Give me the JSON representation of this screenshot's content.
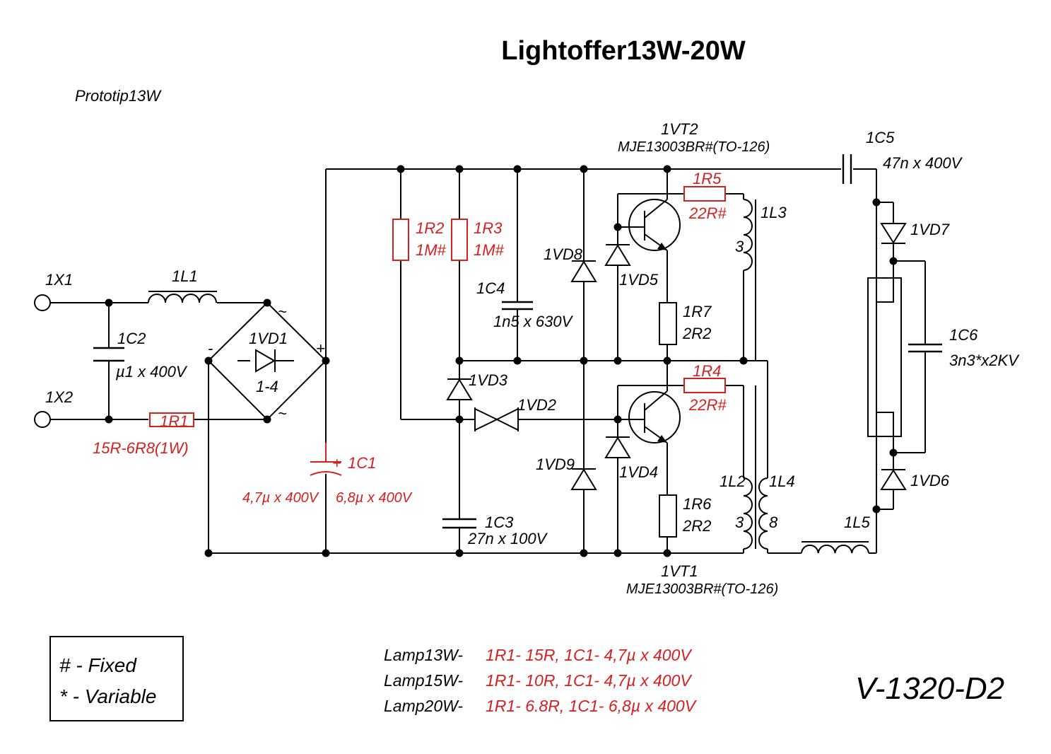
{
  "title": "Lightoffer13W-20W",
  "subtitle": "Prototip13W",
  "drawing_code": "V-1320-D2",
  "legend": {
    "fixed": "# - Fixed",
    "variable": "* - Variable"
  },
  "components": {
    "X1": "1X1",
    "X2": "1X2",
    "L1": "1L1",
    "C2": "1C2",
    "C2_value": "µ1 x 400V",
    "R1": "1R1",
    "R1_value": "15R-6R8(1W)",
    "VD1": "1VD1",
    "VD1_pins": "1-4",
    "C1": "1C1",
    "C1_plus": "+",
    "C1_value_a": "4,7µ x 400V",
    "C1_value_b": "6,8µ x 400V",
    "R2": "1R2",
    "R2_value": "1M#",
    "R3": "1R3",
    "R3_value": "1M#",
    "C4": "1C4",
    "C4_value": "1n5 x 630V",
    "VD8": "1VD8",
    "VD5": "1VD5",
    "VD3": "1VD3",
    "VD2": "1VD2",
    "VD9": "1VD9",
    "VD4": "1VD4",
    "C3": "1C3",
    "C3_value": "27n x 100V",
    "VT2": "1VT2",
    "VT2_part": "MJE13003BR#(TO-126)",
    "VT1": "1VT1",
    "VT1_part": "MJE13003BR#(TO-126)",
    "R5": "1R5",
    "R5_value": "22R#",
    "R4": "1R4",
    "R4_value": "22R#",
    "R7": "1R7",
    "R7_value": "2R2",
    "R6": "1R6",
    "R6_value": "2R2",
    "L3": "1L3",
    "L3_turns": "3",
    "L2": "1L2",
    "L2_turns": "3",
    "L4": "1L4",
    "L4_turns": "8",
    "L5": "1L5",
    "C5": "1C5",
    "C5_value": "47n x 400V",
    "VD7": "1VD7",
    "VD6": "1VD6",
    "C6": "1C6",
    "C6_value": "3n3*x2KV",
    "bridge_minus": "-",
    "bridge_plus": "+",
    "ac_symbol": "~"
  },
  "lamp_table": [
    {
      "lamp": "Lamp13W-",
      "values": "1R1- 15R,  1C1- 4,7µ x 400V"
    },
    {
      "lamp": "Lamp15W-",
      "values": "1R1- 10R,  1C1- 4,7µ x 400V"
    },
    {
      "lamp": "Lamp20W-",
      "values": "1R1- 6.8R, 1C1- 6,8µ x 400V"
    }
  ],
  "colors": {
    "ink": "#000000",
    "highlight": "#d62020"
  }
}
